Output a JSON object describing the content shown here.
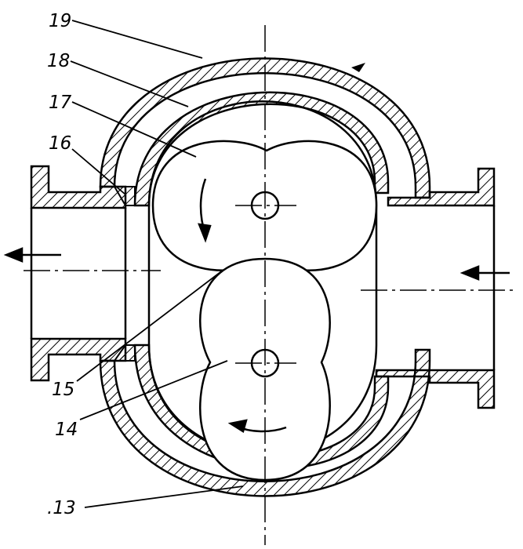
{
  "labels": {
    "l19": "19",
    "l18": "18",
    "l17": "17",
    "l16": "16",
    "l15": "15",
    "l14": "14",
    "l13": ".13"
  },
  "colors": {
    "ink": "#000000",
    "paper": "#ffffff"
  }
}
